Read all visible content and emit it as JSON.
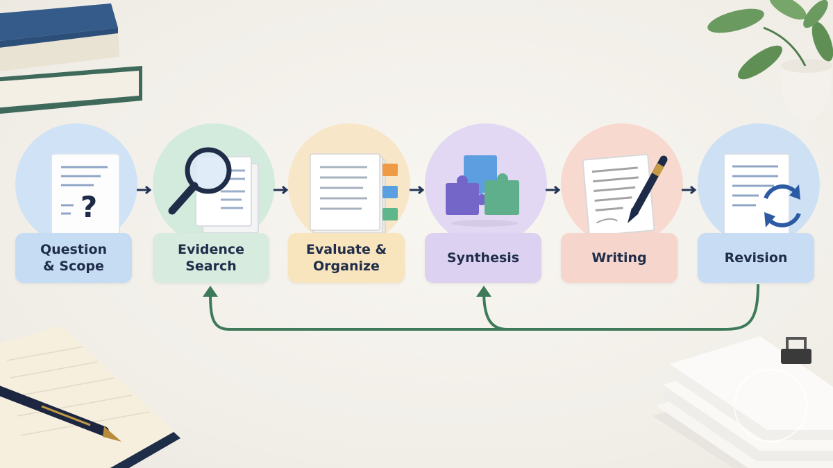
{
  "stages": [
    {
      "label": "Question\n& Scope",
      "circle": "#cfe2f6",
      "box": "#c5dcf3",
      "icon": "question-document-icon"
    },
    {
      "label": "Evidence\nSearch",
      "circle": "#d3ebdd",
      "box": "#d7ecdf",
      "icon": "magnifier-documents-icon"
    },
    {
      "label": "Evaluate &\nOrganize",
      "circle": "#f7e6c7",
      "box": "#f8e4bd",
      "icon": "tabbed-notes-icon"
    },
    {
      "label": "Synthesis",
      "circle": "#e2d8f3",
      "box": "#ddd1f1",
      "icon": "puzzle-pieces-icon"
    },
    {
      "label": "Writing",
      "circle": "#f8d9cf",
      "box": "#f6d6cc",
      "icon": "document-pen-icon"
    },
    {
      "label": "Revision",
      "circle": "#cde0f4",
      "box": "#c8dcf3",
      "icon": "document-refresh-icon"
    }
  ],
  "colors": {
    "arrow": "#243655",
    "loop": "#3e7a5a",
    "text": "#1f2d4a"
  }
}
